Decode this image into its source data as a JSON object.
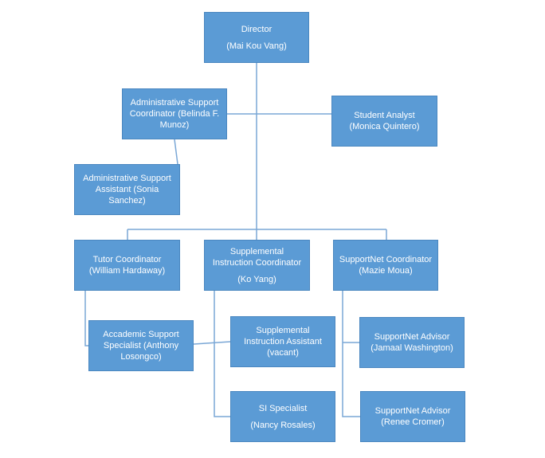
{
  "positions": {
    "director": {
      "lines": [
        "Director",
        "",
        "(Mai Kou Vang)"
      ]
    },
    "admin_coordinator": {
      "lines": [
        "Administrative Support",
        "Coordinator (Belinda F.",
        "Munoz)"
      ]
    },
    "student_analyst": {
      "lines": [
        "Student Analyst",
        "(Monica Quintero)"
      ]
    },
    "admin_assistant": {
      "lines": [
        "Administrative Support",
        "Assistant (Sonia",
        "Sanchez)"
      ]
    },
    "tutor_coordinator": {
      "lines": [
        "Tutor Coordinator",
        "(William Hardaway)"
      ]
    },
    "si_coordinator": {
      "lines": [
        "Supplemental",
        "Instruction Coordinator",
        "",
        "(Ko Yang)"
      ]
    },
    "supportnet_coordinator": {
      "lines": [
        "SupportNet Coordinator",
        "(Mazie Moua)"
      ]
    },
    "academic_specialist": {
      "lines": [
        "Accademic Support",
        "Specialist (Anthony",
        "Losongco)"
      ]
    },
    "si_assistant": {
      "lines": [
        "Supplemental",
        "Instruction Assistant",
        "(vacant)"
      ]
    },
    "supportnet_advisor_1": {
      "lines": [
        "SupportNet Advisor",
        "(Jamaal Washington)"
      ]
    },
    "si_specialist": {
      "lines": [
        "SI Specialist",
        "",
        "(Nancy Rosales)"
      ]
    },
    "supportnet_advisor_2": {
      "lines": [
        "SupportNet Advisor",
        "(Renee Cromer)"
      ]
    }
  },
  "colors": {
    "box_fill": "#5b9bd5",
    "box_border": "#4a87c0",
    "line": "#7aa7d6",
    "text": "#ffffff"
  }
}
